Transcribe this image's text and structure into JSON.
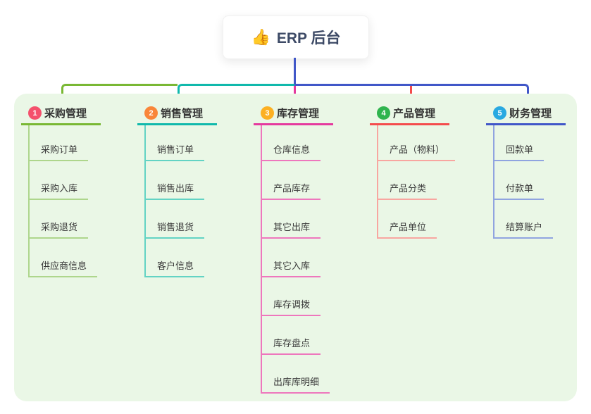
{
  "root": {
    "icon": "👍",
    "title": "ERP 后台"
  },
  "palette": {
    "board_background": "#eaf7e6",
    "root_stem": "#4157c8",
    "title_text": "#3d4a66",
    "node_text": "#333333"
  },
  "branches": [
    {
      "num": "1",
      "label": "采购管理",
      "color": "#79b834",
      "light_color": "#aed68c",
      "badge_color": "#f4516c",
      "children": [
        "采购订单",
        "采购入库",
        "采购退货",
        "供应商信息"
      ]
    },
    {
      "num": "2",
      "label": "销售管理",
      "color": "#10b9ac",
      "light_color": "#63d3c4",
      "badge_color": "#f9863a",
      "children": [
        "销售订单",
        "销售出库",
        "销售退货",
        "客户信息"
      ]
    },
    {
      "num": "3",
      "label": "库存管理",
      "color": "#e53a9e",
      "light_color": "#ee77bd",
      "badge_color": "#fcb022",
      "children": [
        "仓库信息",
        "产品库存",
        "其它出库",
        "其它入库",
        "库存调拨",
        "库存盘点",
        "出库库明细"
      ]
    },
    {
      "num": "4",
      "label": "产品管理",
      "color": "#f44c4c",
      "light_color": "#f8a6a0",
      "badge_color": "#2fb44e",
      "children": [
        "产品（物料）",
        "产品分类",
        "产品单位"
      ]
    },
    {
      "num": "5",
      "label": "财务管理",
      "color": "#4157c8",
      "light_color": "#90a4e0",
      "badge_color": "#29a9e1",
      "children": [
        "回款单",
        "付款单",
        "结算账户"
      ]
    }
  ]
}
